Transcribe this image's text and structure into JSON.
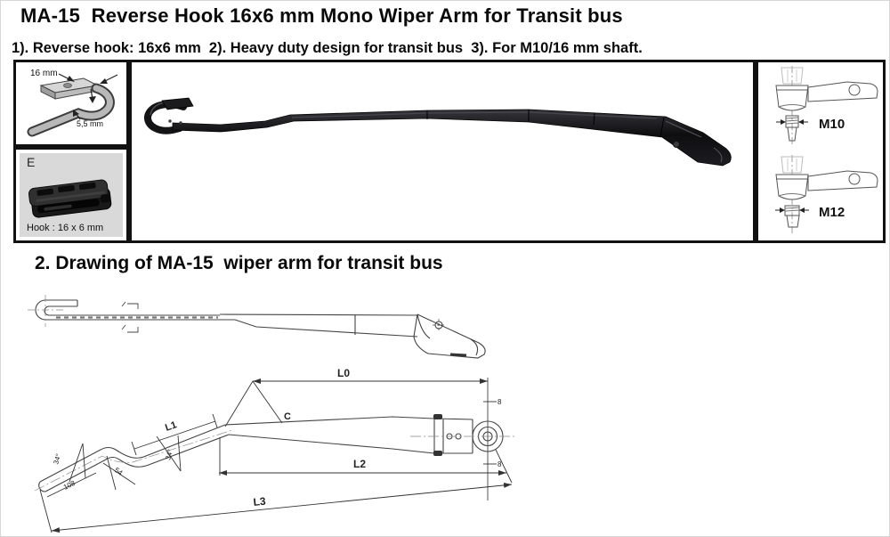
{
  "doc": {
    "title": "MA-15  Reverse Hook 16x6 mm Mono Wiper Arm for Transit bus",
    "features": "1). Reverse hook: 16x6 mm  2). Heavy duty design for transit bus  3). For M10/16 mm shaft.",
    "section2_title": "2. Drawing of MA-15  wiper arm for transit bus"
  },
  "hook_dim_panel": {
    "width_label": "16 mm",
    "thickness_label": "5,5 mm"
  },
  "hook_photo_panel": {
    "corner_label": "E",
    "caption": "Hook : 16 x 6 mm"
  },
  "shaft_panel": {
    "m10_label": "M10",
    "m12_label": "M12"
  },
  "drawing_labels": {
    "l0": "L0",
    "l1": "L1",
    "l2": "L2",
    "l3": "L3",
    "c": "C",
    "angle_a": "34°",
    "angle_b": "34°",
    "seg_54": "54",
    "seg_108": "108",
    "sec_top": "8",
    "sec_bottom": "8"
  },
  "colors": {
    "ink": "#0a0a0a",
    "line": "#444444",
    "photo_grey": "#d9d9d9",
    "arm_black": "#0e0e10"
  }
}
